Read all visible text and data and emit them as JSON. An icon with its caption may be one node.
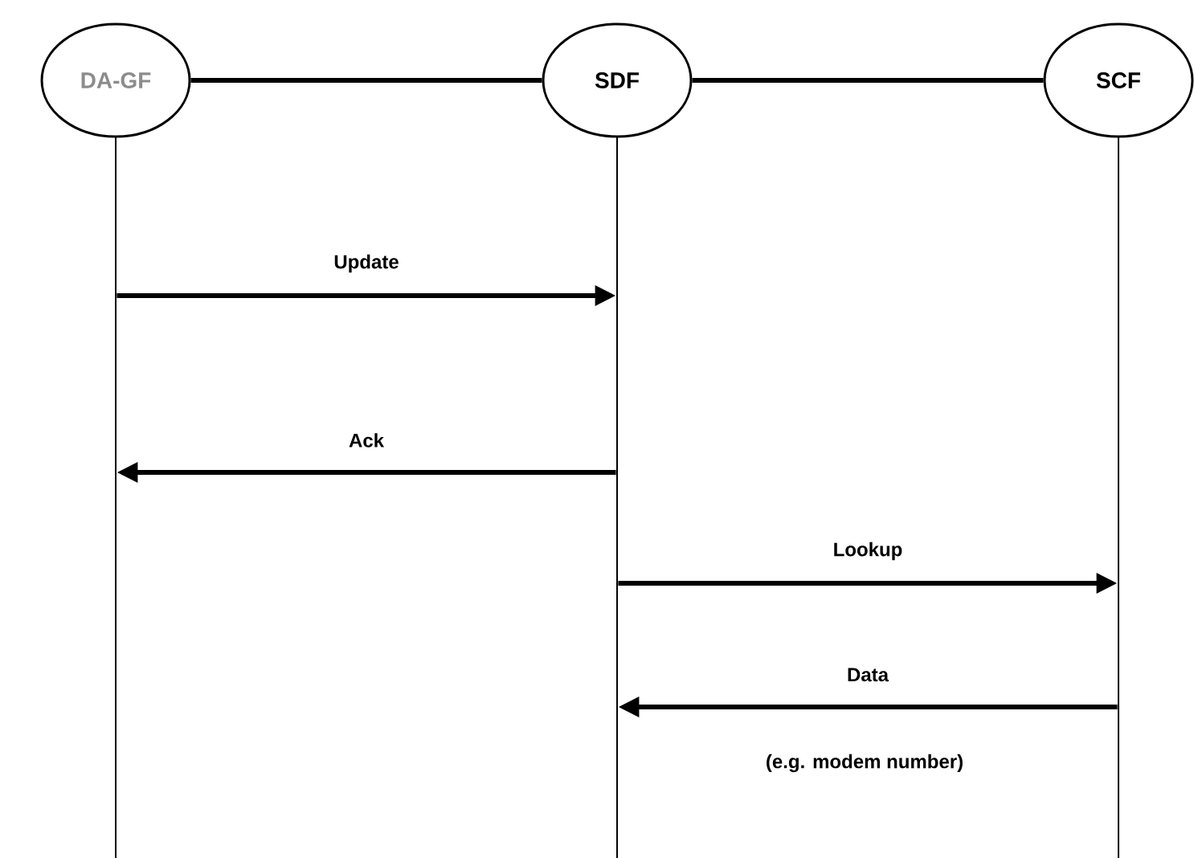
{
  "diagram": {
    "nodes": [
      {
        "text": [
          "DA-GF"
        ]
      },
      {
        "text": [
          "SDF"
        ]
      },
      {
        "text": [
          "SCF"
        ]
      },
      {
        "text": [],
        "shape": "bar"
      },
      {
        "text": [],
        "shape": "bar"
      },
      {
        "text": [],
        "shape": "bar"
      }
    ],
    "edges": [
      {
        "from": 0,
        "to": 1,
        "arrow": "none"
      },
      {
        "from": 1,
        "to": 2,
        "arrow": "none"
      },
      {
        "from": 3,
        "to": 4,
        "arrow": "to",
        "label": "Update"
      },
      {
        "from": 4,
        "to": 3,
        "arrow": "to",
        "label": "Ack"
      },
      {
        "from": 4,
        "to": 5,
        "arrow": "to",
        "label": "Lookup"
      },
      {
        "from": 5,
        "to": 4,
        "arrow": "to",
        "label": "Data"
      }
    ],
    "labels": [
      "(e.g. modem number)"
    ]
  }
}
